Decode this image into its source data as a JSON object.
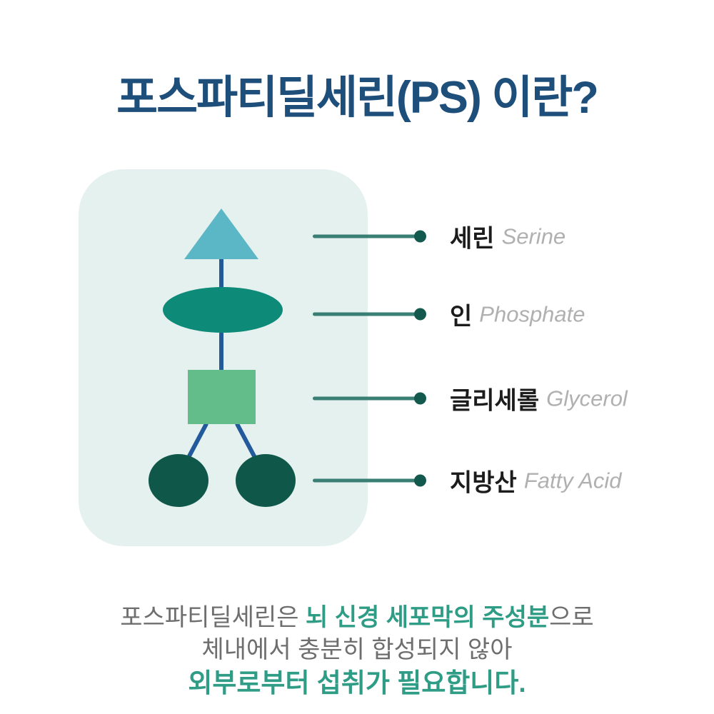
{
  "title": "포스파티딜세린(PS) 이란?",
  "diagram": {
    "labels": [
      {
        "ko": "세린",
        "en": "Serine",
        "shape": "triangle"
      },
      {
        "ko": "인",
        "en": "Phosphate",
        "shape": "ellipse"
      },
      {
        "ko": "글리세롤",
        "en": "Glycerol",
        "shape": "square"
      },
      {
        "ko": "지방산",
        "en": "Fatty Acid",
        "shape": "circles"
      }
    ]
  },
  "footer": {
    "line1_prefix": "포스파티딜세린은 ",
    "line1_highlight": "뇌 신경 세포막의 주성분",
    "line1_suffix": "으로",
    "line2": "체내에서 충분히 합성되지 않아",
    "line3": "외부로부터 섭취가 필요합니다."
  },
  "colors": {
    "title": "#1e4f7b",
    "panel": "#e4f1ef",
    "triangle": "#5bb7c5",
    "ellipse": "#0e8a79",
    "square": "#63bd8a",
    "circle": "#0f5849",
    "connector": "#235a9b",
    "leader_line": "#3a7f74",
    "leader_dot": "#13594d",
    "label_ko": "#1c1c1c",
    "label_en": "#b0b0b0",
    "footer_gray": "#6e6e6e",
    "footer_teal": "#2f9c86"
  }
}
